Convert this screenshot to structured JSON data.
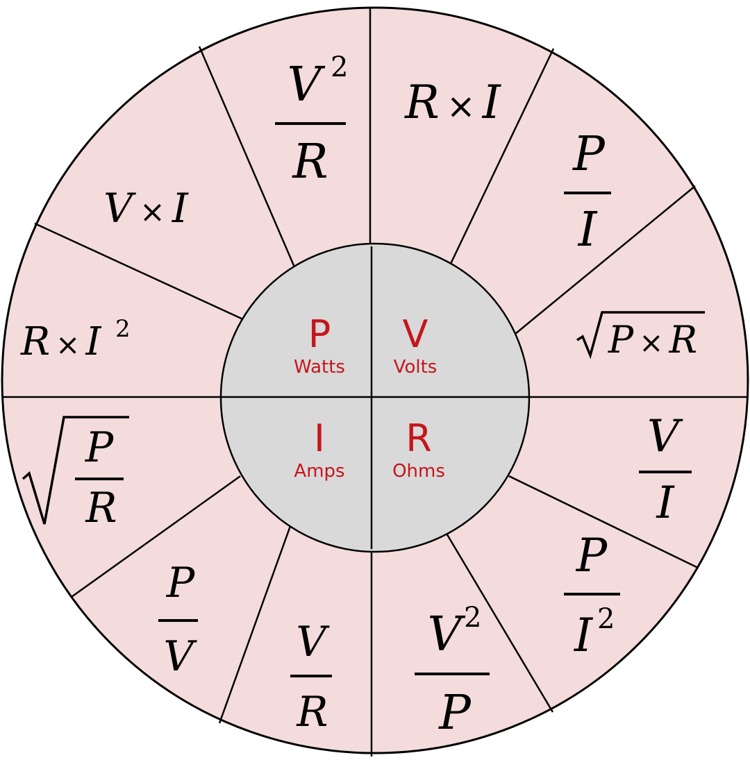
{
  "center_labels": [
    {
      "symbol": "P",
      "unit": "Watts"
    },
    {
      "symbol": "V",
      "unit": "Volts"
    },
    {
      "symbol": "I",
      "unit": "Amps"
    },
    {
      "symbol": "R",
      "unit": "Ohms"
    }
  ],
  "formulas": {
    "v2_over_r": {
      "num": "V",
      "exp": "2",
      "den": "R"
    },
    "r_times_i": {
      "a": "R",
      "op": "×",
      "b": "I"
    },
    "p_over_i": {
      "num": "P",
      "den": "I"
    },
    "sqrt_p_times_r": {
      "a": "P",
      "op": "×",
      "b": "R"
    },
    "v_over_i": {
      "num": "V",
      "den": "I"
    },
    "p_over_i2": {
      "num": "P",
      "den": "I",
      "exp": "2"
    },
    "v2_over_p": {
      "num": "V",
      "exp": "2",
      "den": "P"
    },
    "v_over_r": {
      "num": "V",
      "den": "R"
    },
    "p_over_v": {
      "num": "P",
      "den": "V"
    },
    "sqrt_p_over_r": {
      "num": "P",
      "den": "R"
    },
    "r_times_i2": {
      "a": "R",
      "op": "×",
      "b": "I",
      "exp": "2"
    },
    "v_times_i": {
      "a": "V",
      "op": "×",
      "b": "I"
    }
  },
  "colors": {
    "ring": "#f4dcdc",
    "center": "#d9d9d9",
    "accent_text": "#c4161c",
    "line": "#000000"
  }
}
